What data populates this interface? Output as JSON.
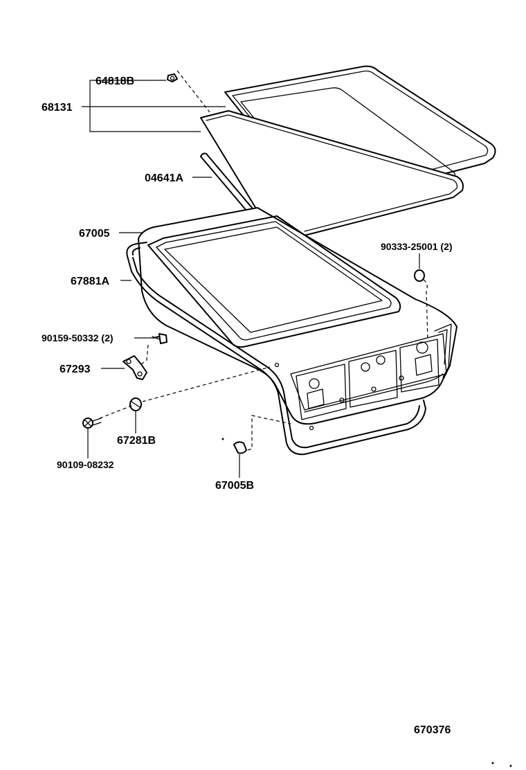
{
  "diagram": {
    "parts": [
      {
        "id": "p1",
        "number": "64818B"
      },
      {
        "id": "p2",
        "number": "68131"
      },
      {
        "id": "p3",
        "number": "04641A"
      },
      {
        "id": "p4",
        "number": "67005"
      },
      {
        "id": "p5",
        "number": "90333-25001 (2)"
      },
      {
        "id": "p6",
        "number": "67881A"
      },
      {
        "id": "p7",
        "number": "90159-50332 (2)"
      },
      {
        "id": "p8",
        "number": "67293"
      },
      {
        "id": "p9",
        "number": "67281B"
      },
      {
        "id": "p10",
        "number": "90109-08232"
      },
      {
        "id": "p11",
        "number": "67005B"
      }
    ],
    "figure_number": "670376"
  }
}
